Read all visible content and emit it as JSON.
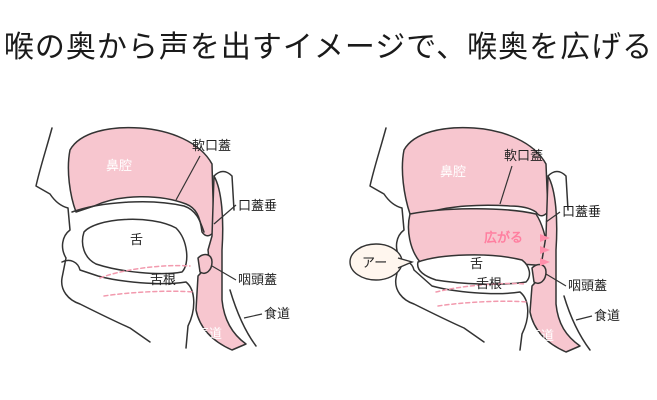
{
  "title": "喉の奥から声を出すイメージで、喉奥を広げる",
  "left_diagram": {
    "nasal_cavity": "鼻腔",
    "soft_palate": "軟口蓋",
    "uvula": "口蓋垂",
    "tongue": "舌",
    "tongue_root": "舌根",
    "epiglottis": "咽頭蓋",
    "esophagus": "食道",
    "trachea": "気道"
  },
  "right_diagram": {
    "nasal_cavity": "鼻腔",
    "soft_palate": "軟口蓋",
    "uvula": "口蓋垂",
    "widen_label": "広がる",
    "speech": "アー",
    "tongue": "舌",
    "tongue_root": "舌根",
    "epiglottis": "咽頭蓋",
    "esophagus": "食道",
    "trachea": "気道"
  },
  "colors": {
    "pink": "#f7c6cf",
    "outline": "#333333",
    "accent": "#ff7fa0",
    "orange": "#f6b28b"
  }
}
